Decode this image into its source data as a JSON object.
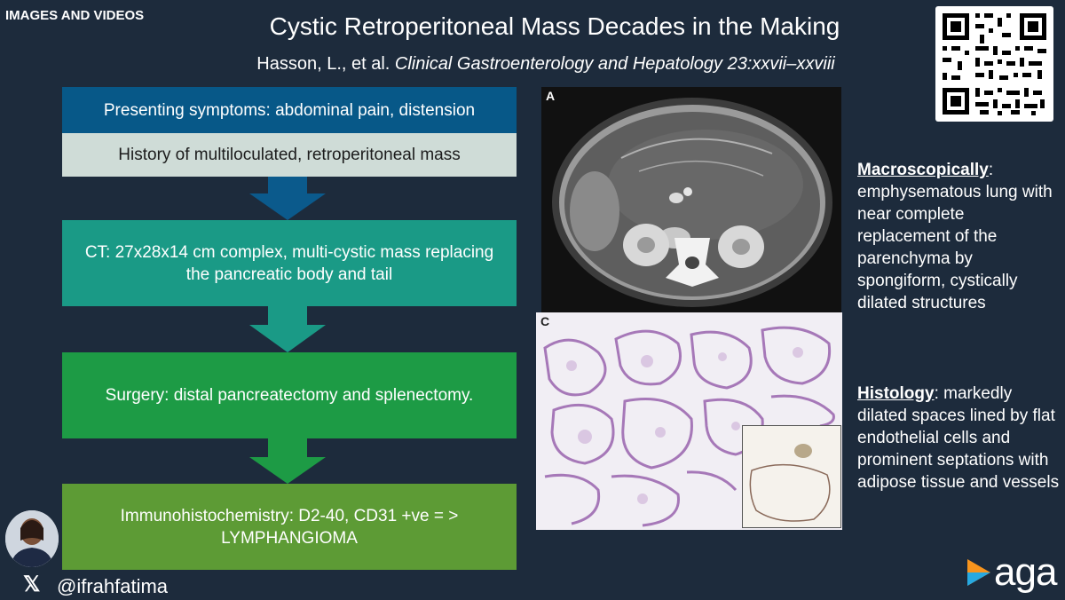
{
  "header": {
    "tag": "IMAGES AND VIDEOS",
    "title": "Cystic Retroperitoneal Mass Decades in the Making",
    "citation_authors": "Hasson, L., et al.",
    "citation_journal": "Clinical Gastroenterology and Hepatology 23:xxvii–xxviii"
  },
  "flow": {
    "step1": "Presenting symptoms: abdominal pain, distension",
    "step2": "History of multiloculated, retroperitoneal mass",
    "step3": "CT: 27x28x14 cm complex, multi-cystic mass replacing the pancreatic body and tail",
    "step4": "Surgery: distal pancreatectomy and splenectomy.",
    "step5_line1": "Immunohistochemistry: D2-40, CD31 +ve  = >",
    "step5_line2": "LYMPHANGIOMA"
  },
  "images": {
    "ct_label": "A",
    "histo_label": "C"
  },
  "findings": {
    "macro_heading": "Macroscopically",
    "macro_text": "emphysematous lung with near complete replacement of the parenchyma by spongiform, cystically dilated structures",
    "histo_heading": "Histology",
    "histo_text": "markedly dilated spaces lined by flat endothelial cells and prominent septations with adipose tissue and vessels"
  },
  "footer": {
    "handle": "@ifrahfatima",
    "logo": "aga"
  },
  "colors": {
    "background": "#1d2b3c",
    "arrow_blue": "#0b5a8c",
    "arrow_teal": "#1a9a86",
    "arrow_green": "#1d9b45"
  }
}
